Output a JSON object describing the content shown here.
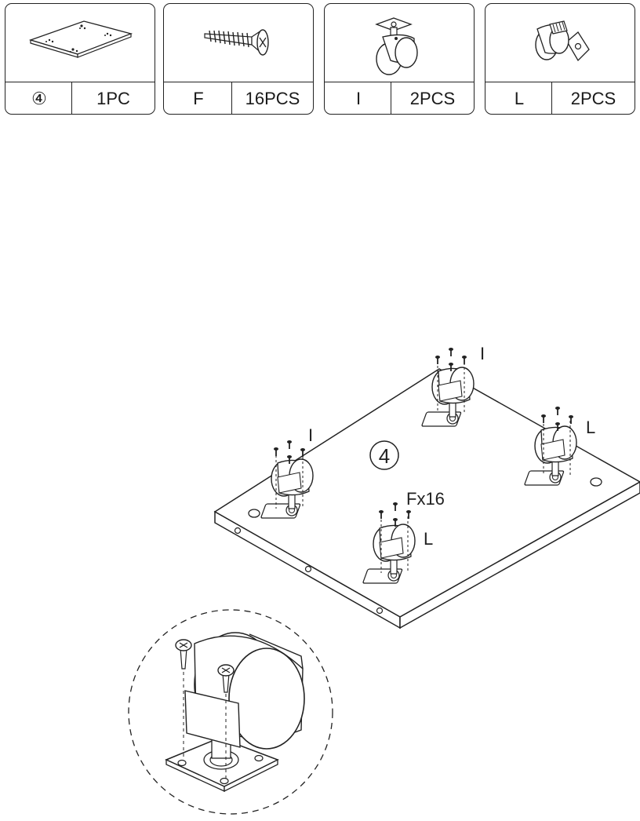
{
  "parts": [
    {
      "code": "④",
      "qty": "1PC",
      "icon": "panel-icon"
    },
    {
      "code": "F",
      "qty": "16PCS",
      "icon": "screw-icon"
    },
    {
      "code": "I",
      "qty": "2PCS",
      "icon": "caster-plain-icon"
    },
    {
      "code": "L",
      "qty": "2PCS",
      "icon": "caster-brake-icon"
    }
  ],
  "assembly": {
    "panel_label": "4",
    "screw_callout": "Fx16",
    "caster_labels": [
      "I",
      "I",
      "L",
      "L"
    ]
  }
}
